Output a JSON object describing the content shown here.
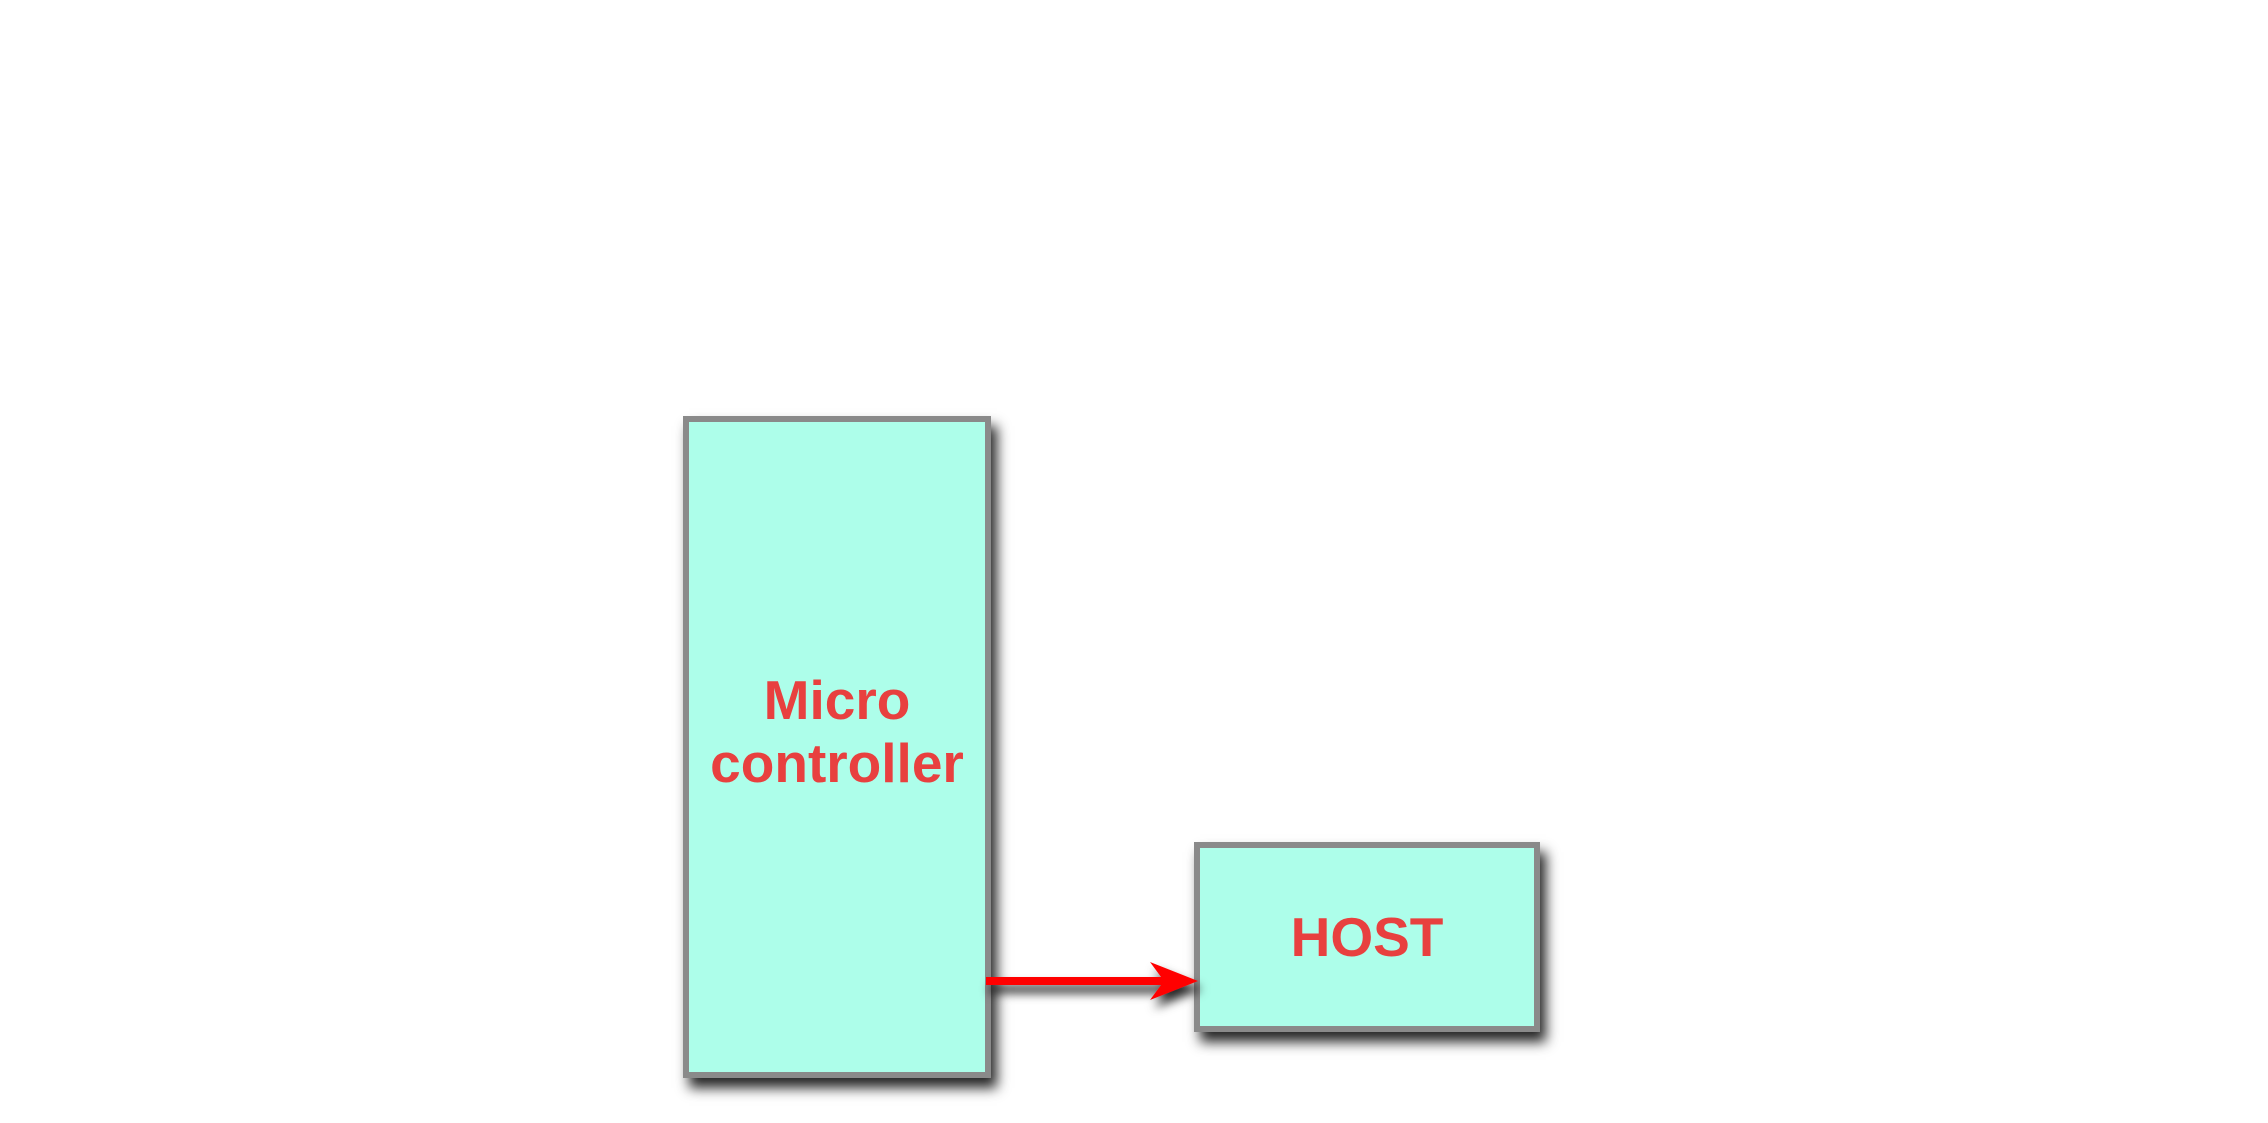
{
  "blocks": {
    "microcontroller": {
      "label": "Micro\ncontroller"
    },
    "host": {
      "label": "HOST"
    }
  },
  "connections": [
    {
      "from": "microcontroller",
      "to": "host",
      "direction": "microcontroller-to-host",
      "style": "arrow"
    }
  ],
  "colors": {
    "block_fill": "#adfeea",
    "block_border": "#8a8a8a",
    "label_text": "#e8403f",
    "arrow": "#ff0000",
    "background": "#ffffff"
  }
}
